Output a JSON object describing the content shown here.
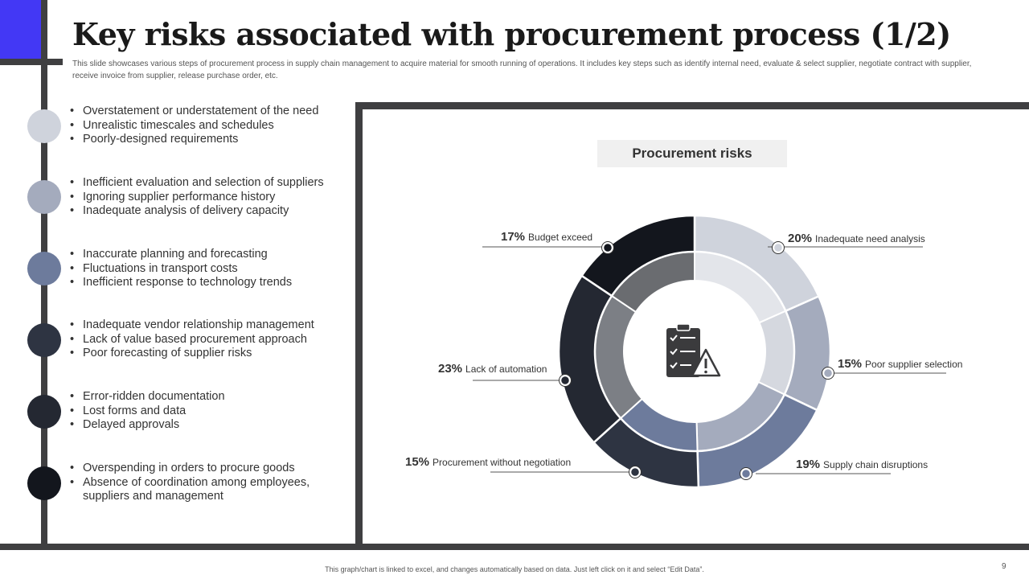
{
  "slide": {
    "title": "Key risks associated with procurement process (1/2)",
    "subtitle": "This slide showcases various steps of procurement process in supply chain management to acquire material for smooth running of operations. It includes key steps such as identify internal need, evaluate & select supplier, negotiate contract with supplier, receive invoice from supplier, release purchase order, etc.",
    "footer_note": "This graph/chart is linked to excel, and changes automatically based on data. Just left click on it and select “Edit Data”.",
    "page_number": "9"
  },
  "risk_groups": [
    {
      "color": "#cfd3dc",
      "items": [
        "Overstatement or understatement of the need",
        "Unrealistic timescales and schedules",
        "Poorly-designed requirements"
      ]
    },
    {
      "color": "#a4abbd",
      "items": [
        "Inefficient evaluation and selection of suppliers",
        "Ignoring supplier performance history",
        "Inadequate analysis of delivery capacity"
      ]
    },
    {
      "color": "#6d7b9c",
      "items": [
        "Inaccurate planning and forecasting",
        "Fluctuations in transport costs",
        "Inefficient response to technology trends"
      ]
    },
    {
      "color": "#2e3442",
      "items": [
        "Inadequate vendor relationship management",
        "Lack of value based procurement approach",
        "Poor forecasting of supplier risks"
      ]
    },
    {
      "color": "#242832",
      "items": [
        "Error-ridden documentation",
        "Lost forms and data",
        "Delayed approvals"
      ]
    },
    {
      "color": "#13161d",
      "items": [
        "Overspending in orders to procure goods",
        "Absence of coordination among employees, suppliers and management"
      ]
    }
  ],
  "chart_data": {
    "type": "pie",
    "title": "Procurement risks",
    "series": [
      {
        "name": "Inadequate need analysis",
        "value": 20,
        "pct_label": "20%",
        "color": "#cfd3dc",
        "inner_color": "#e3e5ea"
      },
      {
        "name": "Poor supplier selection",
        "value": 15,
        "pct_label": "15%",
        "color": "#a4abbd",
        "inner_color": "#d5d8df"
      },
      {
        "name": "Supply chain disruptions",
        "value": 19,
        "pct_label": "19%",
        "color": "#6d7b9c",
        "inner_color": "#a4abbd"
      },
      {
        "name": "Procurement without negotiation",
        "value": 15,
        "pct_label": "15%",
        "color": "#2e3442",
        "inner_color": "#6d7b9c"
      },
      {
        "name": "Lack of automation",
        "value": 23,
        "pct_label": "23%",
        "color": "#242832",
        "inner_color": "#7c7f85"
      },
      {
        "name": "Budget exceed",
        "value": 17,
        "pct_label": "17%",
        "color": "#13161d",
        "inner_color": "#6a6c70"
      }
    ],
    "center_icon": "clipboard-warning-icon"
  }
}
